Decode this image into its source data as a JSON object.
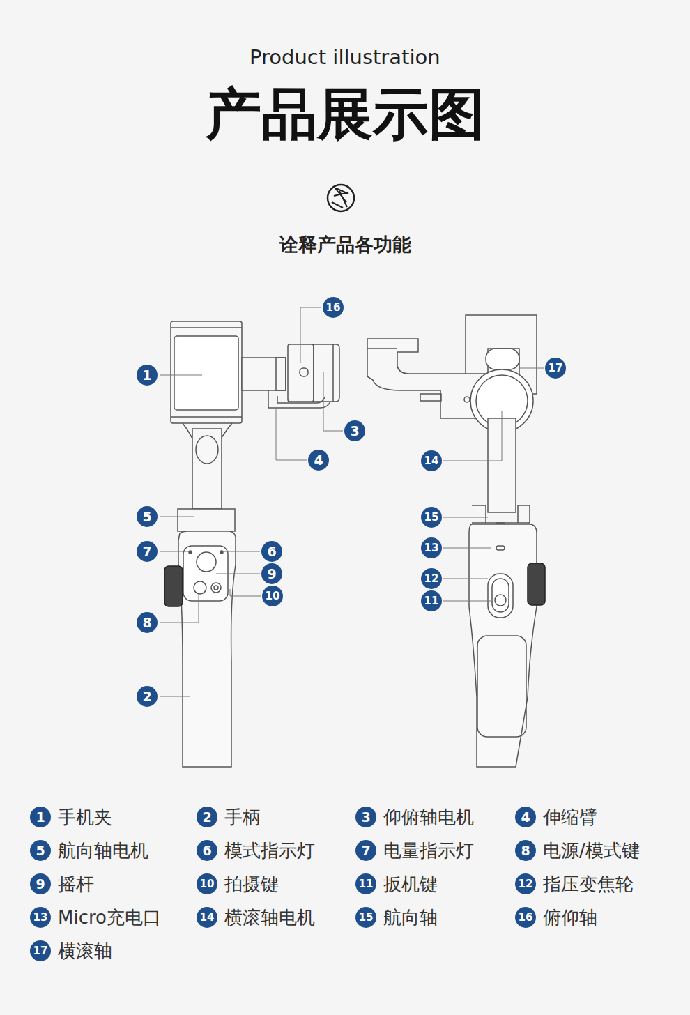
{
  "diagram": {
    "title": "产品展示图",
    "labels": [
      "Product illustration",
      "诠释产品各功能",
      "1",
      "16",
      "3",
      "4",
      "5",
      "7",
      "6",
      "9",
      "10",
      "8",
      "2",
      "17",
      "14",
      "15",
      "13",
      "12",
      "11",
      "1",
      "手机夹",
      "2",
      "手柄",
      "3",
      "仰俯轴电机",
      "4",
      "伸缩臂",
      "5",
      "航向轴电机",
      "6",
      "模式指示灯",
      "7",
      "电量指示灯",
      "8",
      "电源/模式键",
      "9",
      "摇杆",
      "10",
      "拍摄键",
      "11",
      "扳机键",
      "12",
      "指压变焦轮",
      "13",
      "Micro充电口",
      "14",
      "横滚轴电机",
      "15",
      "航向轴",
      "16",
      "俯仰轴",
      "17",
      "横滚轴"
    ]
  }
}
